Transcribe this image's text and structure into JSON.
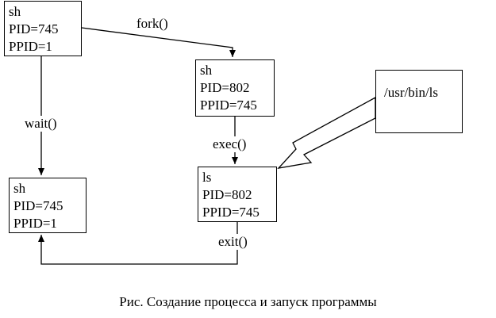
{
  "processes": {
    "parent": {
      "name": "sh",
      "pid": "PID=745",
      "ppid": "PPID=1"
    },
    "child": {
      "name": "sh",
      "pid": "PID=802",
      "ppid": "PPID=745"
    },
    "waiting_parent": {
      "name": "sh",
      "pid": "PID=745",
      "ppid": "PPID=1"
    },
    "exec_child": {
      "name": "ls",
      "pid": "PID=802",
      "ppid": "PPID=745"
    }
  },
  "file": {
    "path": "/usr/bin/ls"
  },
  "edges": {
    "fork": "fork()",
    "wait": "wait()",
    "exec": "exec()",
    "exit": "exit()"
  },
  "caption": "Рис. Создание процесса и запуск программы",
  "colors": {
    "line": "#000000",
    "background": "#ffffff"
  }
}
